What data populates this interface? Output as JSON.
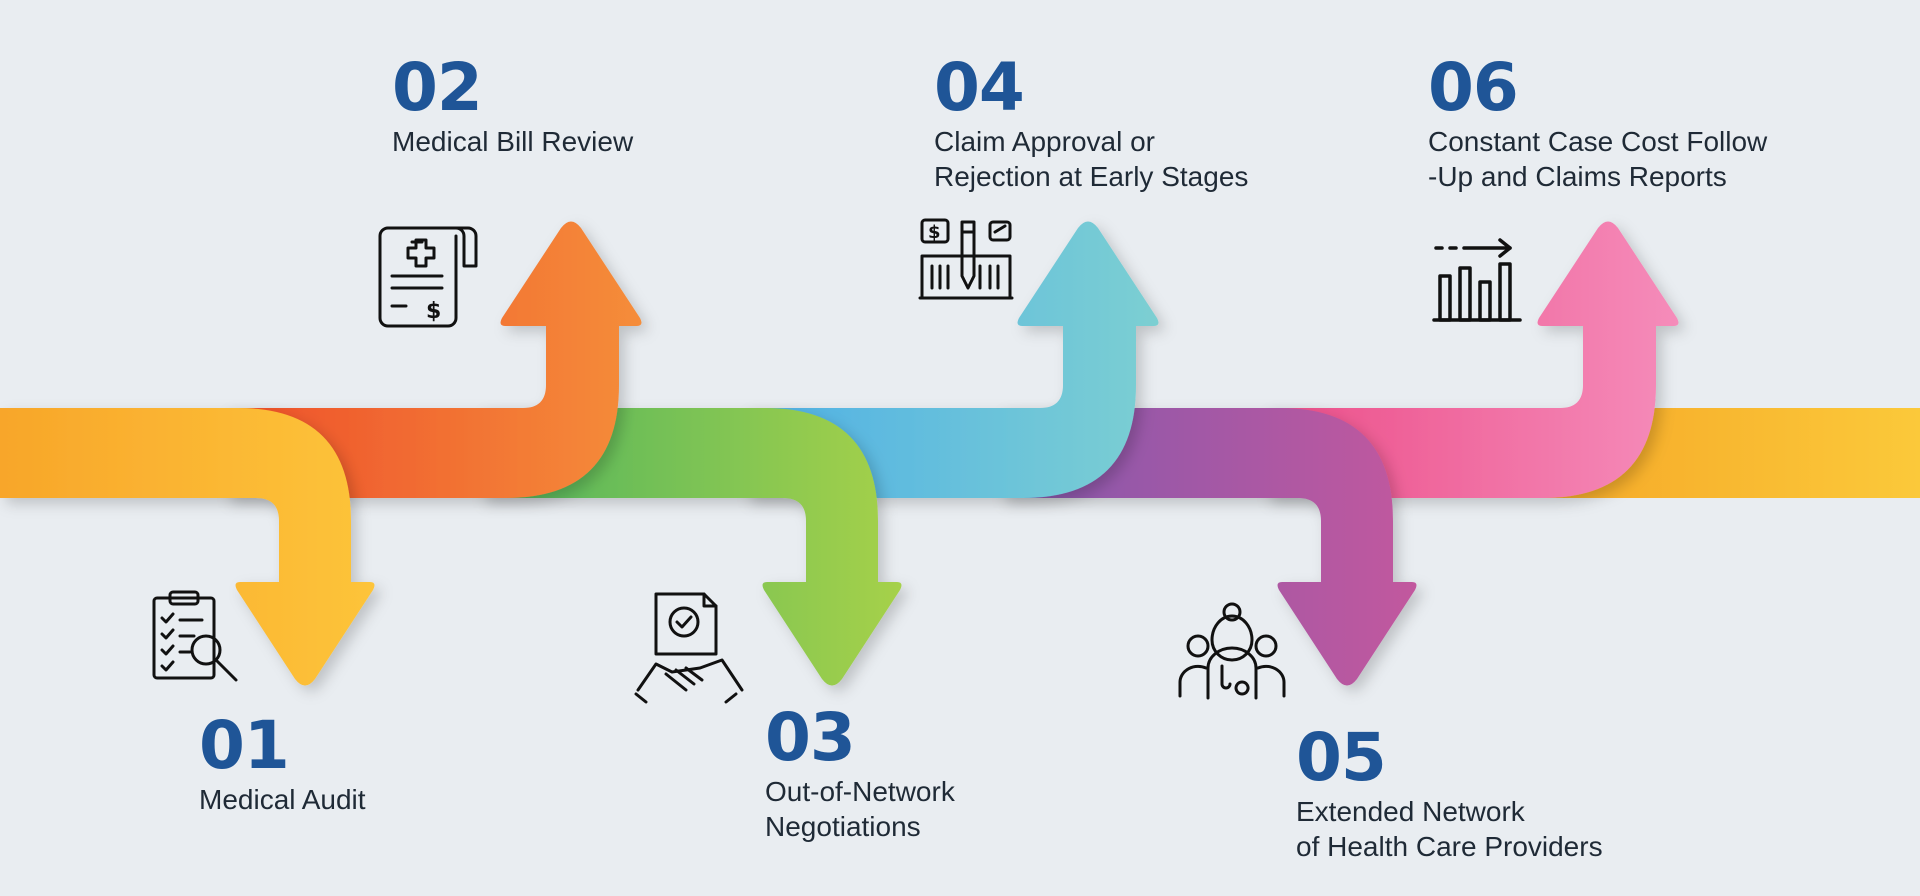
{
  "colors": {
    "number": "#1f5597",
    "label": "#1f2a36",
    "background": "#e9edf1",
    "band": [
      "#f39a1e",
      "#fbc93a"
    ],
    "step_01": [
      "#fbb32e",
      "#fdc43a"
    ],
    "step_02": [
      "#ef5a2a",
      "#f5873a"
    ],
    "step_03": [
      "#6bc25d",
      "#a4d04a"
    ],
    "step_04": [
      "#56b6e2",
      "#7acdd4"
    ],
    "step_05": [
      "#8a5fad",
      "#c15a9e"
    ],
    "step_06": [
      "#ee5a8f",
      "#f48ab8"
    ]
  },
  "steps": [
    {
      "number": "01",
      "label": "Medical Audit",
      "icon": "clipboard-search-icon"
    },
    {
      "number": "02",
      "label": "Medical Bill Review",
      "icon": "medical-bill-icon"
    },
    {
      "number": "03",
      "label": "Out-of-Network\nNegotiations",
      "icon": "handshake-agreement-icon"
    },
    {
      "number": "04",
      "label": "Claim Approval or\nRejection at Early Stages",
      "icon": "claim-approval-icon"
    },
    {
      "number": "05",
      "label": "Extended Network\nof Health Care Providers",
      "icon": "healthcare-providers-icon"
    },
    {
      "number": "06",
      "label": "Constant Case Cost Follow\n-Up  and Claims Reports",
      "icon": "report-chart-icon"
    }
  ]
}
